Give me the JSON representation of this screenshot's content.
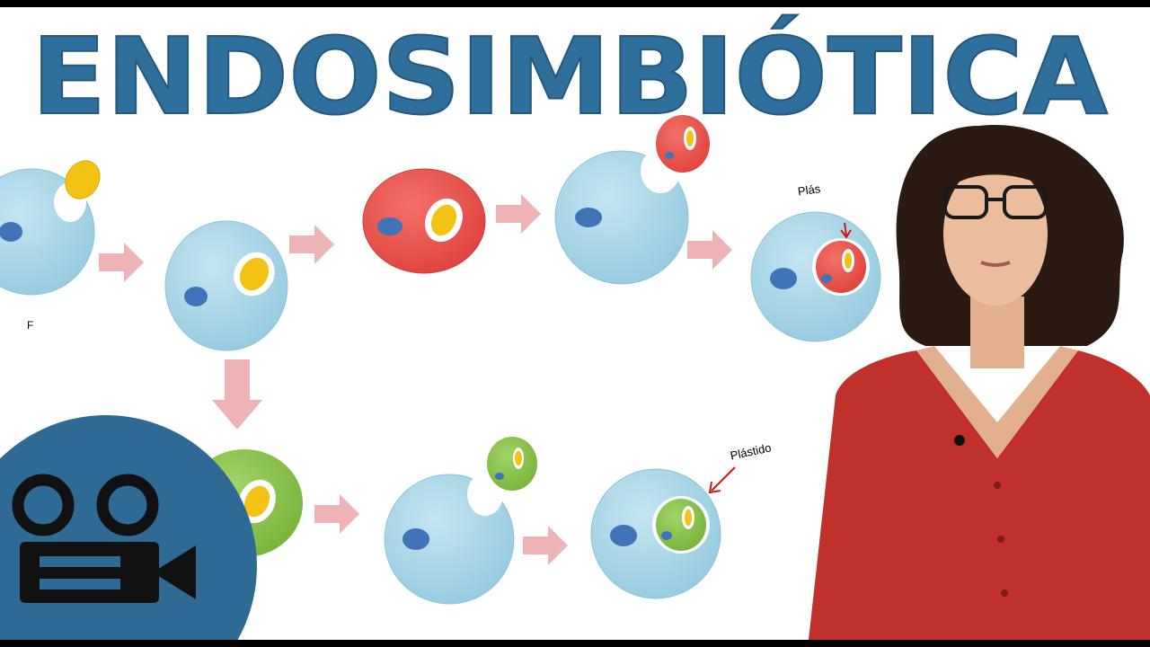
{
  "title": "ENDOSIMBIÓTICA",
  "labels": {
    "plastid_top": "Plás",
    "plastid_bottom": "Plástido",
    "fragment_left": "F"
  },
  "colors": {
    "title": "#2f6f9c",
    "cell": "#a9d6e6",
    "nucleus": "#3f74b8",
    "red_cell": "#ec5a52",
    "green_cell": "#8bc34a",
    "yellow": "#f2c214",
    "arrow": "#eeb3b5",
    "badge": "#2f6a94",
    "sweater": "#c0312b"
  },
  "icons": [
    "video-camera-icon"
  ]
}
